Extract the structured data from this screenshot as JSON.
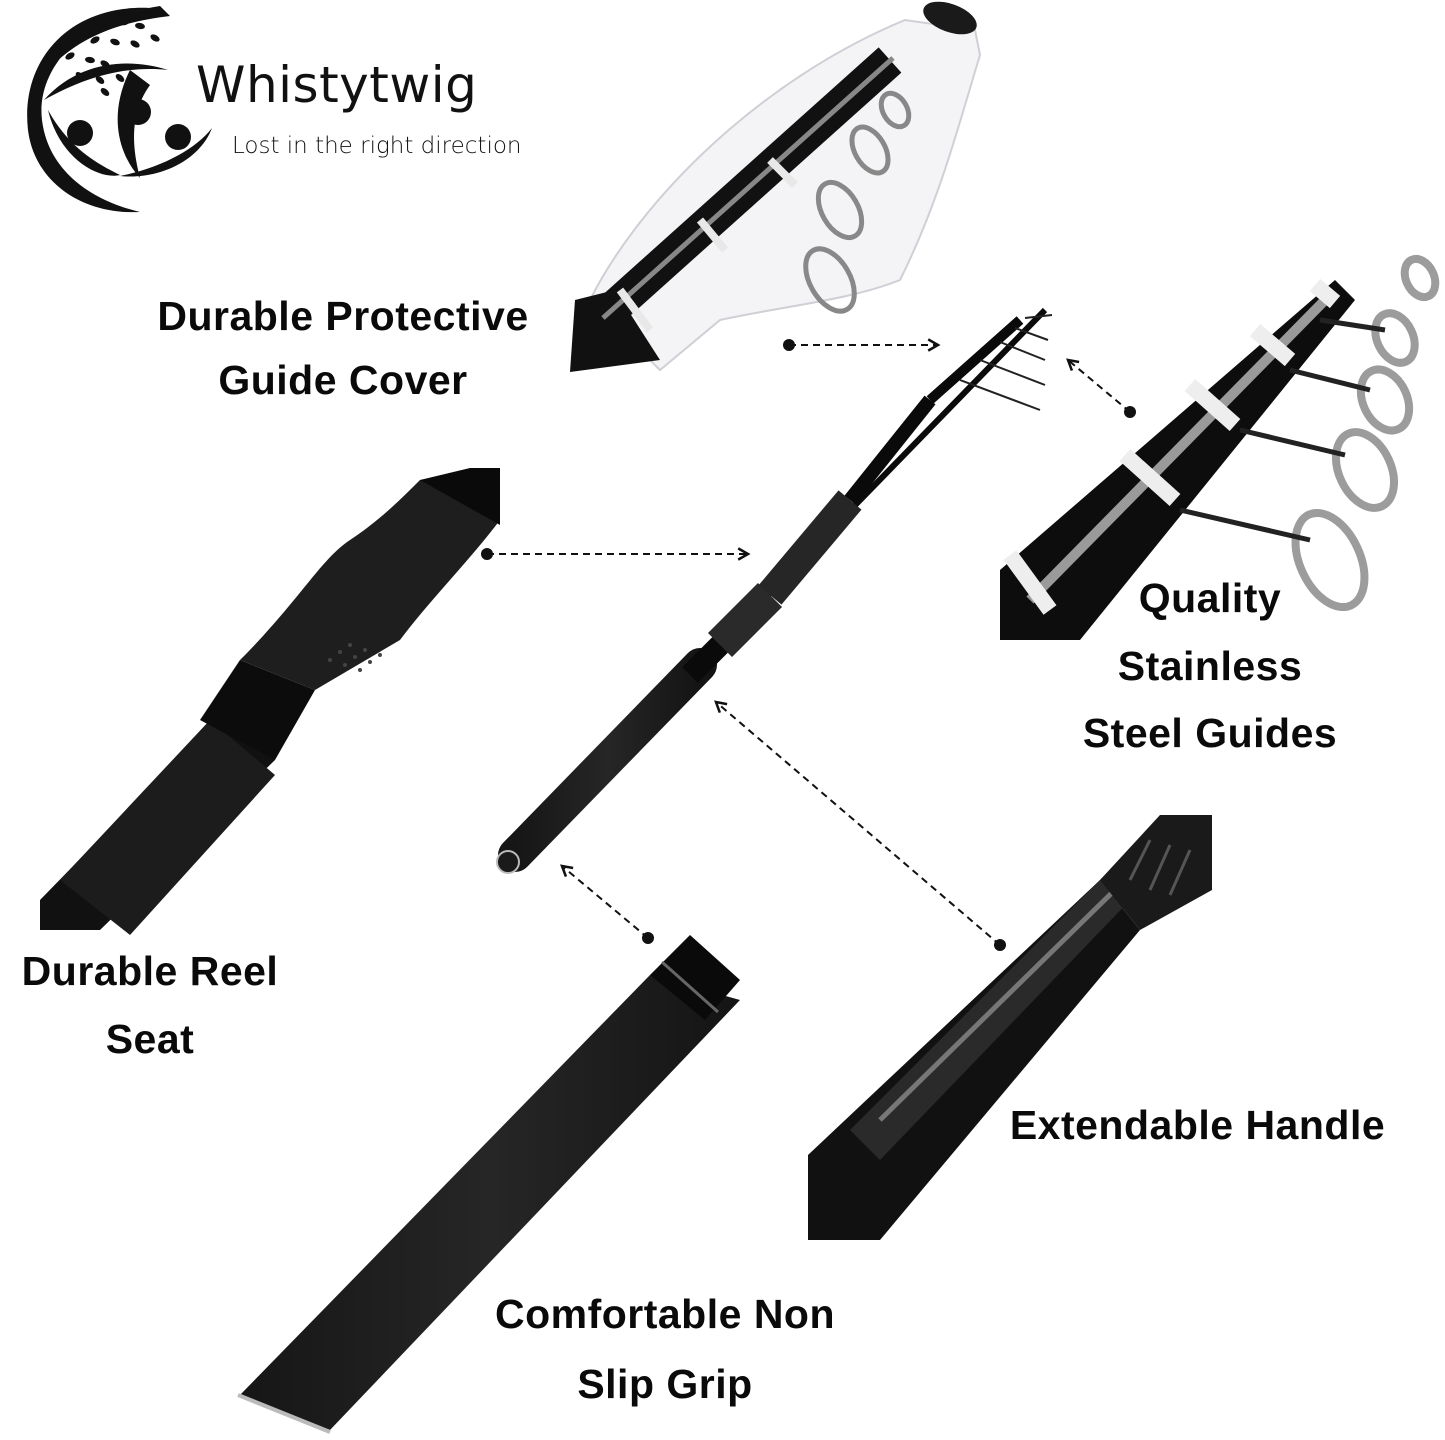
{
  "brand": {
    "name": "Whistytwig",
    "tagline": "Lost in the right direction",
    "logo_icon": "leaf-circle-people-logo"
  },
  "features": [
    {
      "id": "guide-cover",
      "line1": "Durable Protective",
      "line2": "Guide Cover"
    },
    {
      "id": "guides",
      "line1": "Quality",
      "line2": "Stainless",
      "line3": "Steel Guides"
    },
    {
      "id": "reel-seat",
      "line1": "Durable Reel",
      "line2": "Seat"
    },
    {
      "id": "handle",
      "line1": "Extendable Handle"
    },
    {
      "id": "grip",
      "line1": "Comfortable Non",
      "line2": "Slip Grip"
    }
  ],
  "colors": {
    "background": "#ffffff",
    "text": "#0a0a0a",
    "rod": "#111111",
    "foam": "#1e1e1e",
    "wrap": "#e8e8e8",
    "steel": "#9a9a9a"
  }
}
